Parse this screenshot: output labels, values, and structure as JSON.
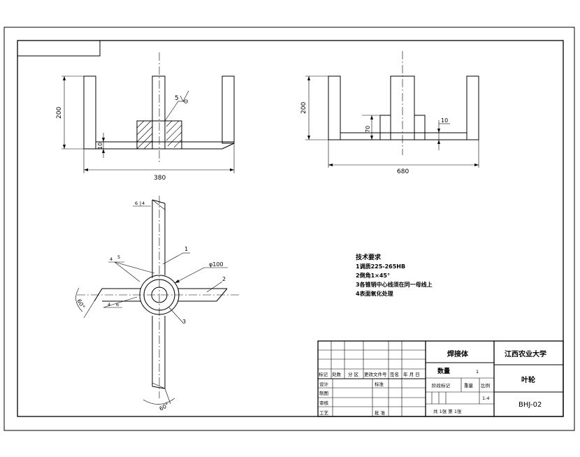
{
  "front_view": {
    "height_dim": "200",
    "base_dim": "10",
    "width_dim": "380",
    "roughness": "5"
  },
  "side_view": {
    "height_dim": "200",
    "hub_dim": "70",
    "plate_dim": "10",
    "width_dim": "680"
  },
  "plan_view": {
    "diameter": "φ100",
    "part_1": "1",
    "part_2": "2",
    "part_3": "3",
    "weld_top": "4",
    "weld_left": "4",
    "weld_left_sub": "5",
    "weld_bottom": "4",
    "angle_left": "60°",
    "angle_bottom": "60°"
  },
  "tech_requirements": {
    "title": "技术要求",
    "items": [
      "1调质225-265HB",
      "2倒角1×45°",
      "3各锥销中心线须在同一母线上",
      "4表面氧化处理"
    ]
  },
  "title_block": {
    "part_type": "焊接体",
    "school": "江西农业大学",
    "qty_label": "数量",
    "qty_value": "1",
    "part_name": "叶轮",
    "stage_label": "阶段标记",
    "weight_label": "重量",
    "scale_label": "比例",
    "scale_value": "1:4",
    "sheet_info": "共 1张  第 1张",
    "drawing_no": "BHJ-02",
    "rev_headers": [
      "标记",
      "处数",
      "分 区",
      "更改文件号",
      "签名",
      "年 月 日"
    ],
    "design": "设计",
    "standard": "标准",
    "draw": "制图",
    "review": "审核",
    "process": "工艺",
    "approve": "批 准"
  }
}
